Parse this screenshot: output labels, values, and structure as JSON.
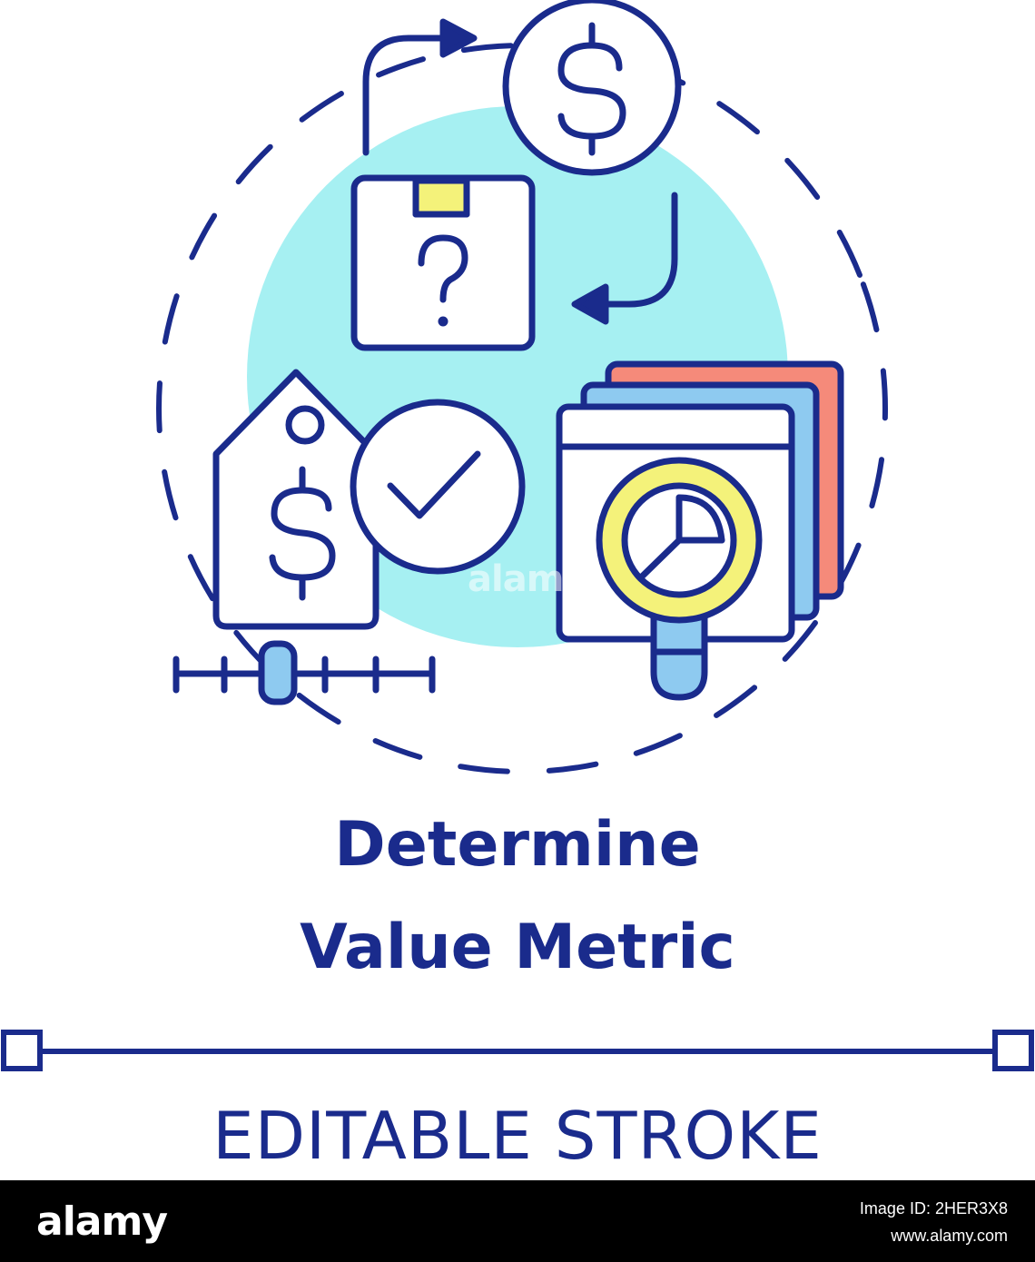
{
  "title": {
    "line1": "Determine",
    "line2": "Value Metric"
  },
  "caption": "EDITABLE STROKE",
  "watermark": "alamy",
  "footer": {
    "logo": "alamy",
    "image_id": "Image ID: 2HER3X8",
    "site": "www.alamy.com"
  },
  "icons": {
    "dollar_coin": "dollar-coin-icon",
    "mystery_box": "mystery-box-icon",
    "price_tag": "price-tag-icon",
    "checkmark": "checkmark-circle-icon",
    "report_magnifier": "report-magnifier-icon",
    "slider": "slider-icon",
    "flow_arrows": "flow-arrow-icon"
  },
  "colors": {
    "stroke": "#1a2b8c",
    "accent_cyan": "#a6f0f2",
    "accent_yellow": "#f4f27a",
    "accent_blue": "#8ecaf0",
    "accent_red": "#f58a7a",
    "background": "#ffffff",
    "footer_bg": "#000000"
  }
}
